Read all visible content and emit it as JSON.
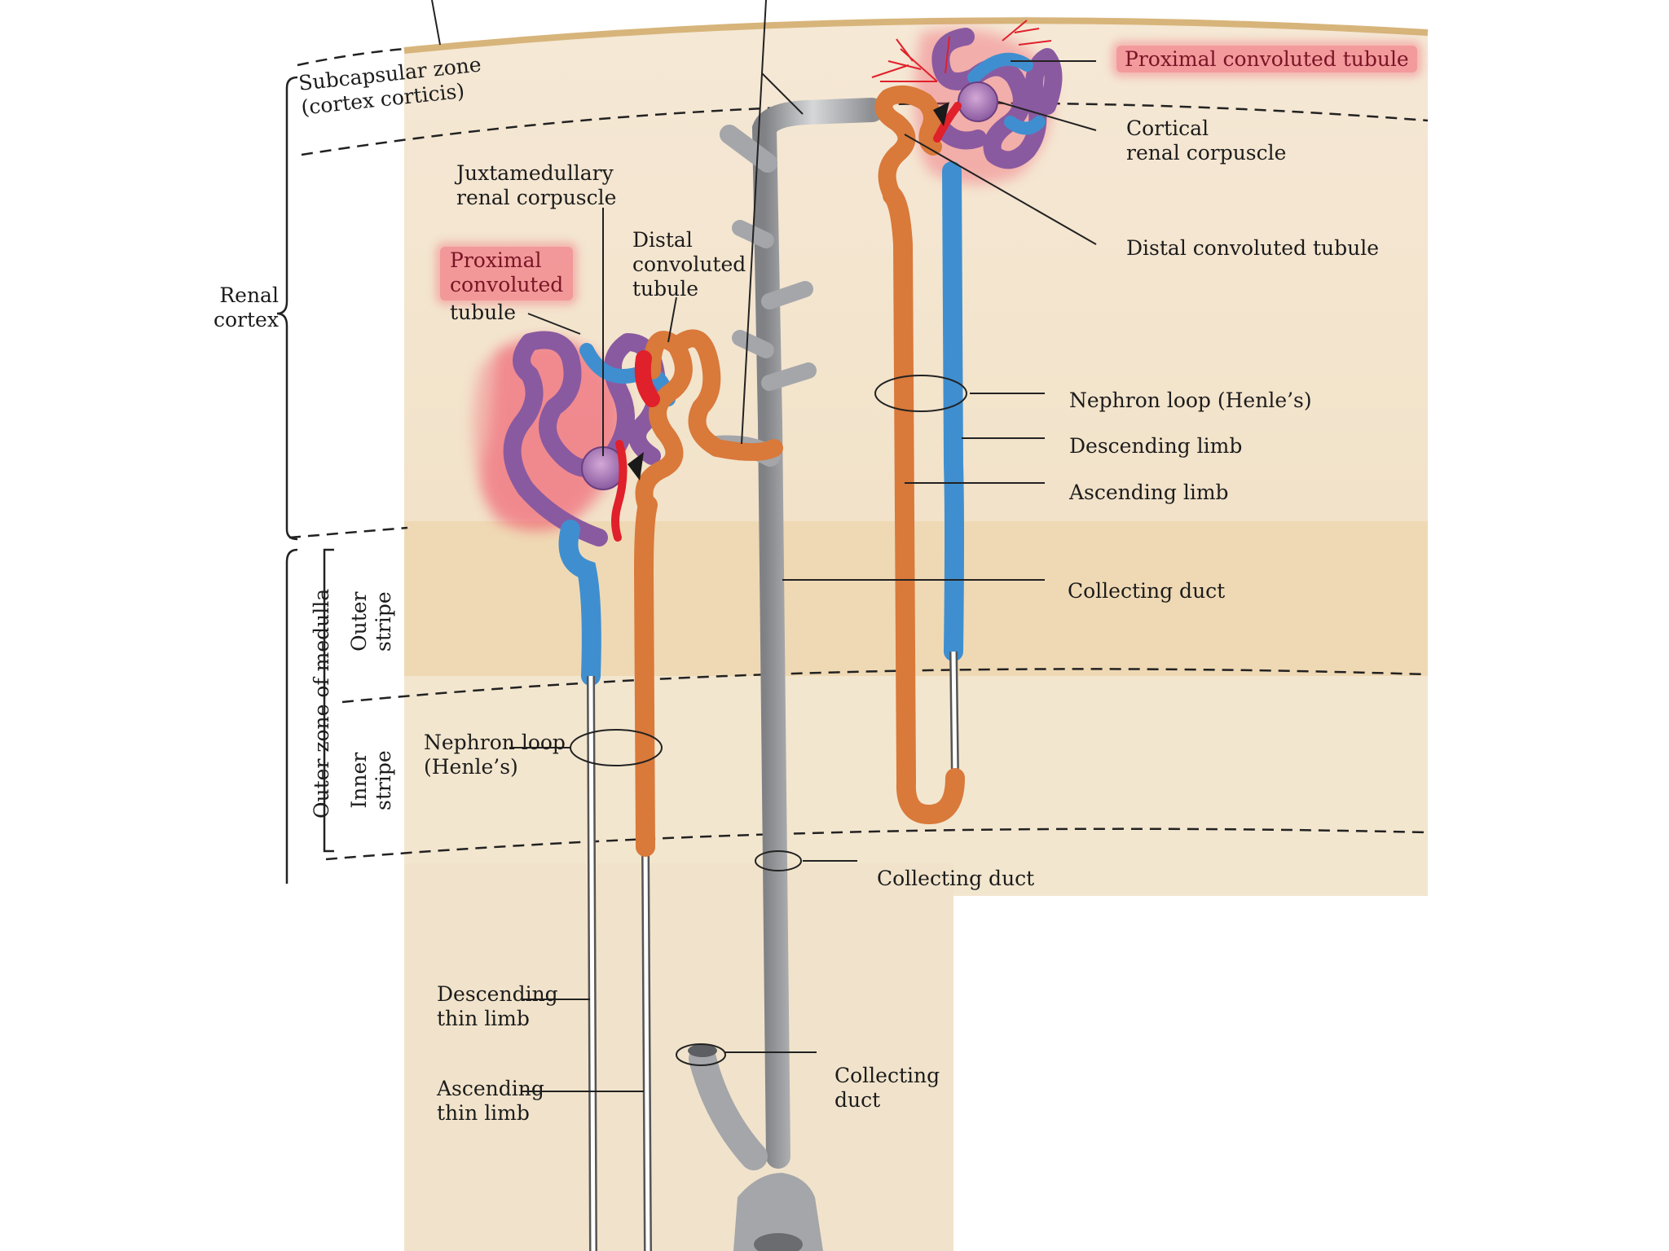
{
  "zones": {
    "subcapsular": [
      "Subcapsular zone",
      "(cortex corticis)"
    ],
    "renal_cortex": [
      "Renal",
      "cortex"
    ],
    "outer_zone": "Outer zone of medulla",
    "outer_stripe": [
      "Outer",
      "stripe"
    ],
    "inner_stripe": [
      "Inner",
      "stripe"
    ]
  },
  "labels": {
    "juxtamedullary_corpuscle": [
      "Juxtamedullary",
      "renal corpuscle"
    ],
    "pct_left": [
      "Proximal",
      "convoluted",
      "tubule"
    ],
    "dct_left": [
      "Distal",
      "convoluted",
      "tubule"
    ],
    "pct_right": "Proximal convoluted tubule",
    "cortical_corpuscle": [
      "Cortical",
      "renal corpuscle"
    ],
    "dct_right": "Distal convoluted tubule",
    "nephron_loop_right": "Nephron loop (Henle’s)",
    "descending_limb": "Descending limb",
    "ascending_limb": "Ascending limb",
    "collecting_duct_1": "Collecting duct",
    "nephron_loop_left": [
      "Nephron loop",
      "(Henle’s)"
    ],
    "collecting_duct_2": "Collecting duct",
    "descending_thin_limb": [
      "Descending",
      "thin limb"
    ],
    "ascending_thin_limb": [
      "Ascending",
      "thin limb"
    ],
    "collecting_duct_3": [
      "Collecting",
      "duct"
    ]
  },
  "colors": {
    "cortex": "#f4e6d1",
    "outer_stripe": "#efd9b4",
    "inner_stripe": "#f3e5cd",
    "capsule": "#d9b77c",
    "proximal_tubule": "#8a5aa0",
    "descending_limb": "#3f8fd0",
    "ascending_limb": "#d9793a",
    "collecting_duct": "#9b9da1",
    "highlight": "#f05a6e",
    "arteriole": "#e0202a"
  }
}
